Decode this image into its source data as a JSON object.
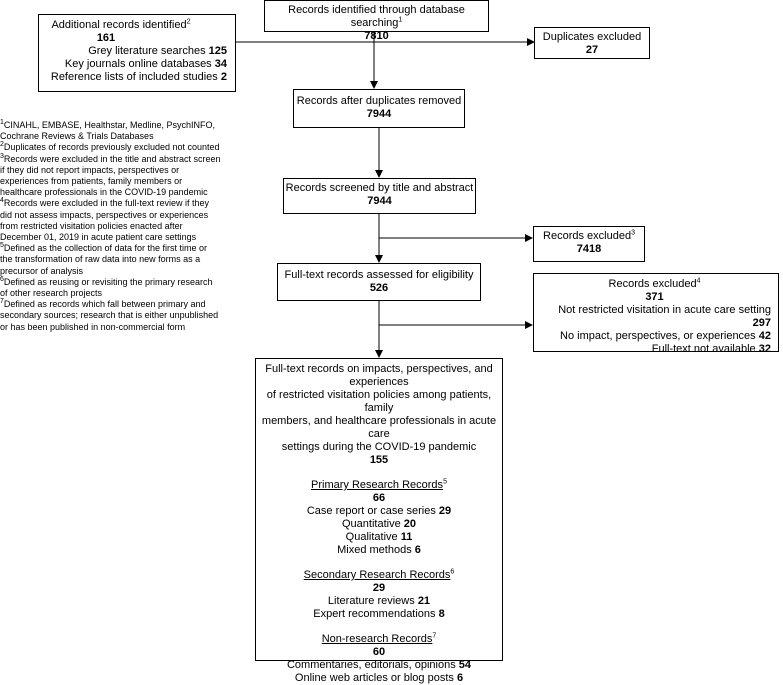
{
  "additional": {
    "title": "Additional records identified",
    "title_sup": "2",
    "count": "161",
    "items": [
      {
        "label": "Grey literature searches",
        "value": "125"
      },
      {
        "label": "Key journals online databases",
        "value": "34"
      },
      {
        "label": "Reference lists of included studies",
        "value": "2"
      }
    ]
  },
  "identified": {
    "title": "Records identified through database searching",
    "title_sup": "1",
    "count": "7810"
  },
  "duplicates": {
    "title": "Duplicates excluded",
    "count": "27"
  },
  "after_dup": {
    "title": "Records after duplicates removed",
    "count": "7944"
  },
  "screened": {
    "title": "Records screened by title and abstract",
    "count": "7944"
  },
  "excluded3": {
    "title": "Records excluded",
    "title_sup": "3",
    "count": "7418"
  },
  "fulltext": {
    "title": "Full-text records assessed for eligibility",
    "count": "526"
  },
  "excluded4": {
    "title": "Records excluded",
    "title_sup": "4",
    "count": "371",
    "items": [
      {
        "label": "Not restricted visitation in acute care setting",
        "value": "297"
      },
      {
        "label": "No impact, perspectives, or experiences",
        "value": "42"
      },
      {
        "label": "Full-text not available",
        "value": "32"
      }
    ]
  },
  "included": {
    "lines": [
      "Full-text records on impacts, perspectives, and experiences",
      "of restricted visitation policies among patients, family",
      "members, and healthcare professionals in acute care",
      "settings during the COVID-19 pandemic"
    ],
    "count": "155",
    "primary": {
      "title": "Primary Research Records",
      "title_sup": "5",
      "count": "66",
      "items": [
        {
          "label": "Case report or case series",
          "value": "29"
        },
        {
          "label": "Quantitative",
          "value": "20"
        },
        {
          "label": "Qualitative",
          "value": "11"
        },
        {
          "label": "Mixed methods",
          "value": "6"
        }
      ]
    },
    "secondary": {
      "title": "Secondary Research Records",
      "title_sup": "6",
      "count": "29",
      "items": [
        {
          "label": "Literature reviews",
          "value": "21"
        },
        {
          "label": "Expert recommendations",
          "value": "8"
        }
      ]
    },
    "nonresearch": {
      "title": "Non-research Records",
      "title_sup": "7",
      "count": "60",
      "items": [
        {
          "label": "Commentaries, editorials, opinions",
          "value": "54"
        },
        {
          "label": "Online web articles or blog posts",
          "value": "6"
        }
      ]
    }
  },
  "footnotes": [
    {
      "sup": "1",
      "lines": [
        "CINAHL, EMBASE, Healthstar, Medline, PsychINFO,",
        "Cochrane Reviews & Trials Databases"
      ]
    },
    {
      "sup": "2",
      "lines": [
        "Duplicates of records previously excluded not counted"
      ]
    },
    {
      "sup": "3",
      "lines": [
        "Records were excluded in the title and abstract screen",
        "if they did not report impacts, perspectives or",
        "experiences from patients, family members or",
        "healthcare professionals in the COVID-19 pandemic"
      ]
    },
    {
      "sup": "4",
      "lines": [
        "Records were excluded in the full-text review if they",
        "did not assess impacts, perspectives or experiences",
        "from restricted visitation policies enacted after",
        "December 01, 2019 in acute patient care settings"
      ]
    },
    {
      "sup": "5",
      "lines": [
        "Defined as the collection of data for the first time or",
        "the transformation of raw data into new forms as a",
        "precursor of analysis"
      ]
    },
    {
      "sup": "6",
      "lines": [
        "Defined as reusing or revisiting the primary research",
        "of other research projects"
      ]
    },
    {
      "sup": "7",
      "lines": [
        "Defined as records which fall between primary and",
        "secondary sources; research that is either unpublished",
        "or has been published in non-commercial form"
      ]
    }
  ]
}
